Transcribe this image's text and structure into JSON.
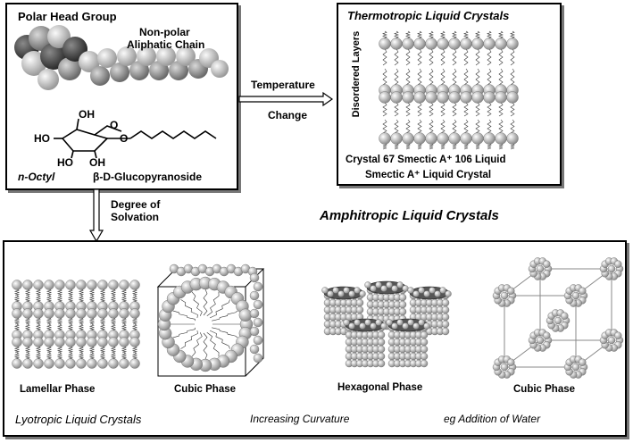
{
  "top_left": {
    "polar_head": "Polar Head Group",
    "nonpolar_line1": "Non-polar",
    "nonpolar_line2": "Aliphatic Chain",
    "oh1": "OH",
    "oh2": "HO",
    "oh3": "HO",
    "oh4": "OH",
    "o_ring": "O",
    "o_link": "O",
    "name_a": "n-Octyl",
    "name_b": "β-D-Glucopyranoside"
  },
  "arrow_right": {
    "line1": "Temperature",
    "line2": "Change"
  },
  "top_right": {
    "title": "Thermotropic Liquid Crystals",
    "side_label": "Disordered Layers",
    "transition": "Crystal 67 Smectic A⁺ 106 Liquid",
    "phase": "Smectic A⁺ Liquid Crystal"
  },
  "arrow_down": {
    "line1": "Degree of",
    "line2": "Solvation"
  },
  "amphitropic_title": "Amphitropic Liquid Crystals",
  "bottom": {
    "phase1": "Lamellar Phase",
    "phase2": "Cubic Phase",
    "phase3": "Hexagonal Phase",
    "phase4": "Cubic Phase",
    "lyotropic": "Lyotropic Liquid Crystals",
    "curvature": "Increasing Curvature",
    "water": "eg Addition of Water"
  }
}
